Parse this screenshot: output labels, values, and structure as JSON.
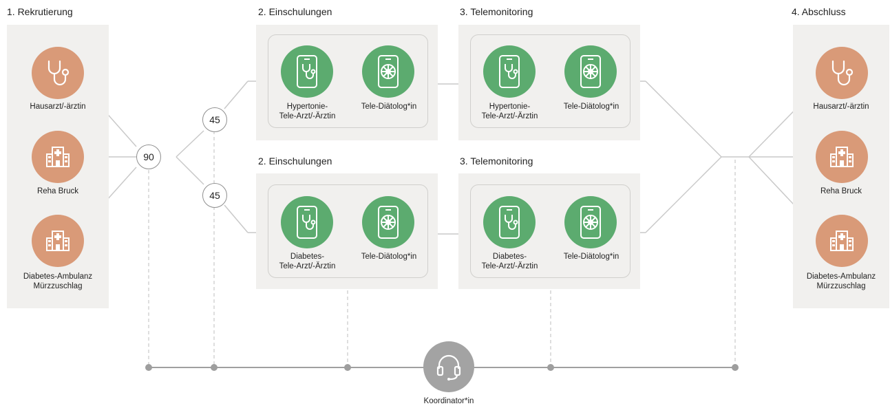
{
  "stages": {
    "recruit_title": "1. Rekrutierung",
    "training_top_title": "2. Einschulungen",
    "telemon_top_title": "3. Telemonitoring",
    "training_bottom_title": "2. Einschulungen",
    "telemon_bottom_title": "3. Telemonitoring",
    "close_title": "4. Abschluss"
  },
  "recruit": [
    {
      "label": "Hausarzt/-ärztin",
      "icon": "stethoscope-icon"
    },
    {
      "label": "Reha Bruck",
      "icon": "hospital-icon"
    },
    {
      "label": "Diabetes-Ambulanz\nMürzzuschlag",
      "icon": "hospital-icon"
    }
  ],
  "close": [
    {
      "label": "Hausarzt/-ärztin",
      "icon": "stethoscope-icon"
    },
    {
      "label": "Reha Bruck",
      "icon": "hospital-icon"
    },
    {
      "label": "Diabetes-Ambulanz\nMürzzuschlag",
      "icon": "hospital-icon"
    }
  ],
  "counts": {
    "total": "90",
    "top": "45",
    "bottom": "45"
  },
  "top_row": {
    "training": {
      "doctor": "Hypertonie-\nTele-Arzt/-Ärztin",
      "diet": "Tele-Diätolog*in"
    },
    "telemon": {
      "doctor": "Hypertonie-\nTele-Arzt/-Ärztin",
      "diet": "Tele-Diätolog*in"
    }
  },
  "bottom_row": {
    "training": {
      "doctor": "Diabetes-\nTele-Arzt/-Ärztin",
      "diet": "Tele-Diätolog*in"
    },
    "telemon": {
      "doctor": "Diabetes-\nTele-Arzt/-Ärztin",
      "diet": "Tele-Diätolog*in"
    }
  },
  "coordinator": {
    "label": "Koordinator*in",
    "icon": "headset-icon"
  },
  "colors": {
    "orange": "#d99a78",
    "green": "#5cab6f",
    "panel": "#f1f0ee",
    "grey": "#9e9e9e"
  }
}
